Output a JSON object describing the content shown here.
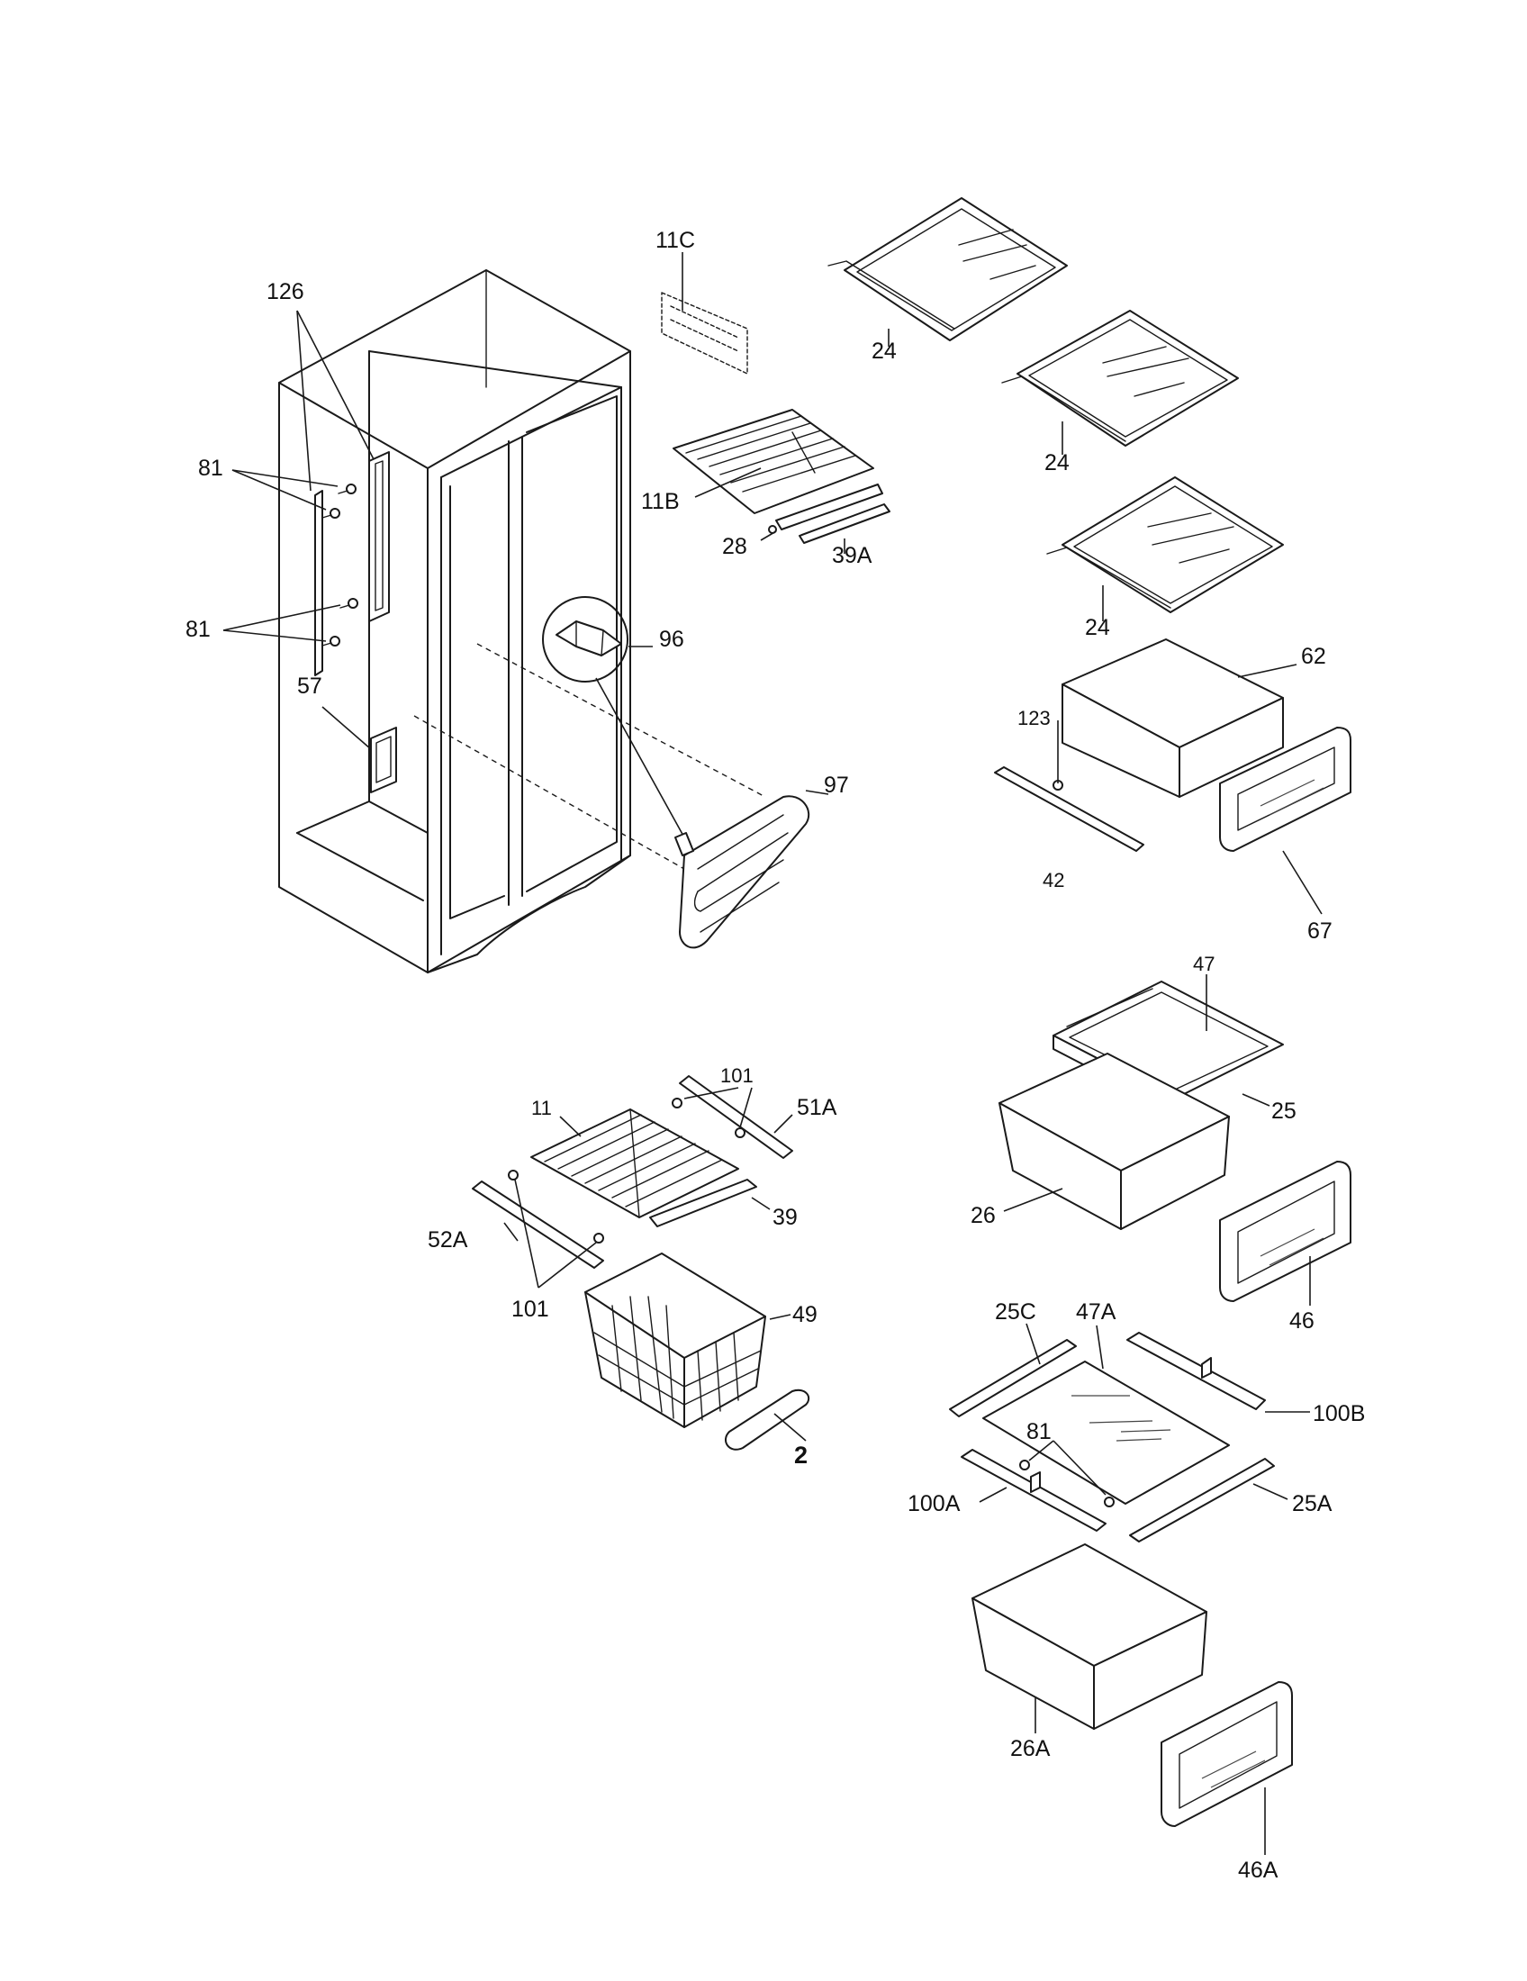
{
  "diagram": {
    "labels": {
      "l_11c": "11C",
      "l_126": "126",
      "l_81_top": "81",
      "l_81_mid": "81",
      "l_57": "57",
      "l_11b": "11B",
      "l_28": "28",
      "l_39a": "39A",
      "l_96": "96",
      "l_97": "97",
      "l_24_a": "24",
      "l_24_b": "24",
      "l_24_c": "24",
      "l_62": "62",
      "l_123": "123",
      "l_42": "42",
      "l_67": "67",
      "l_47": "47",
      "l_25": "25",
      "l_26": "26",
      "l_46": "46",
      "l_101_top": "101",
      "l_51a": "51A",
      "l_11": "11",
      "l_39": "39",
      "l_52a": "52A",
      "l_101_bot": "101",
      "l_49": "49",
      "l_2": "2",
      "l_25c": "25C",
      "l_47a": "47A",
      "l_100b": "100B",
      "l_81_bot": "81",
      "l_100a": "100A",
      "l_25a": "25A",
      "l_26a": "26A",
      "l_46a": "46A"
    }
  }
}
